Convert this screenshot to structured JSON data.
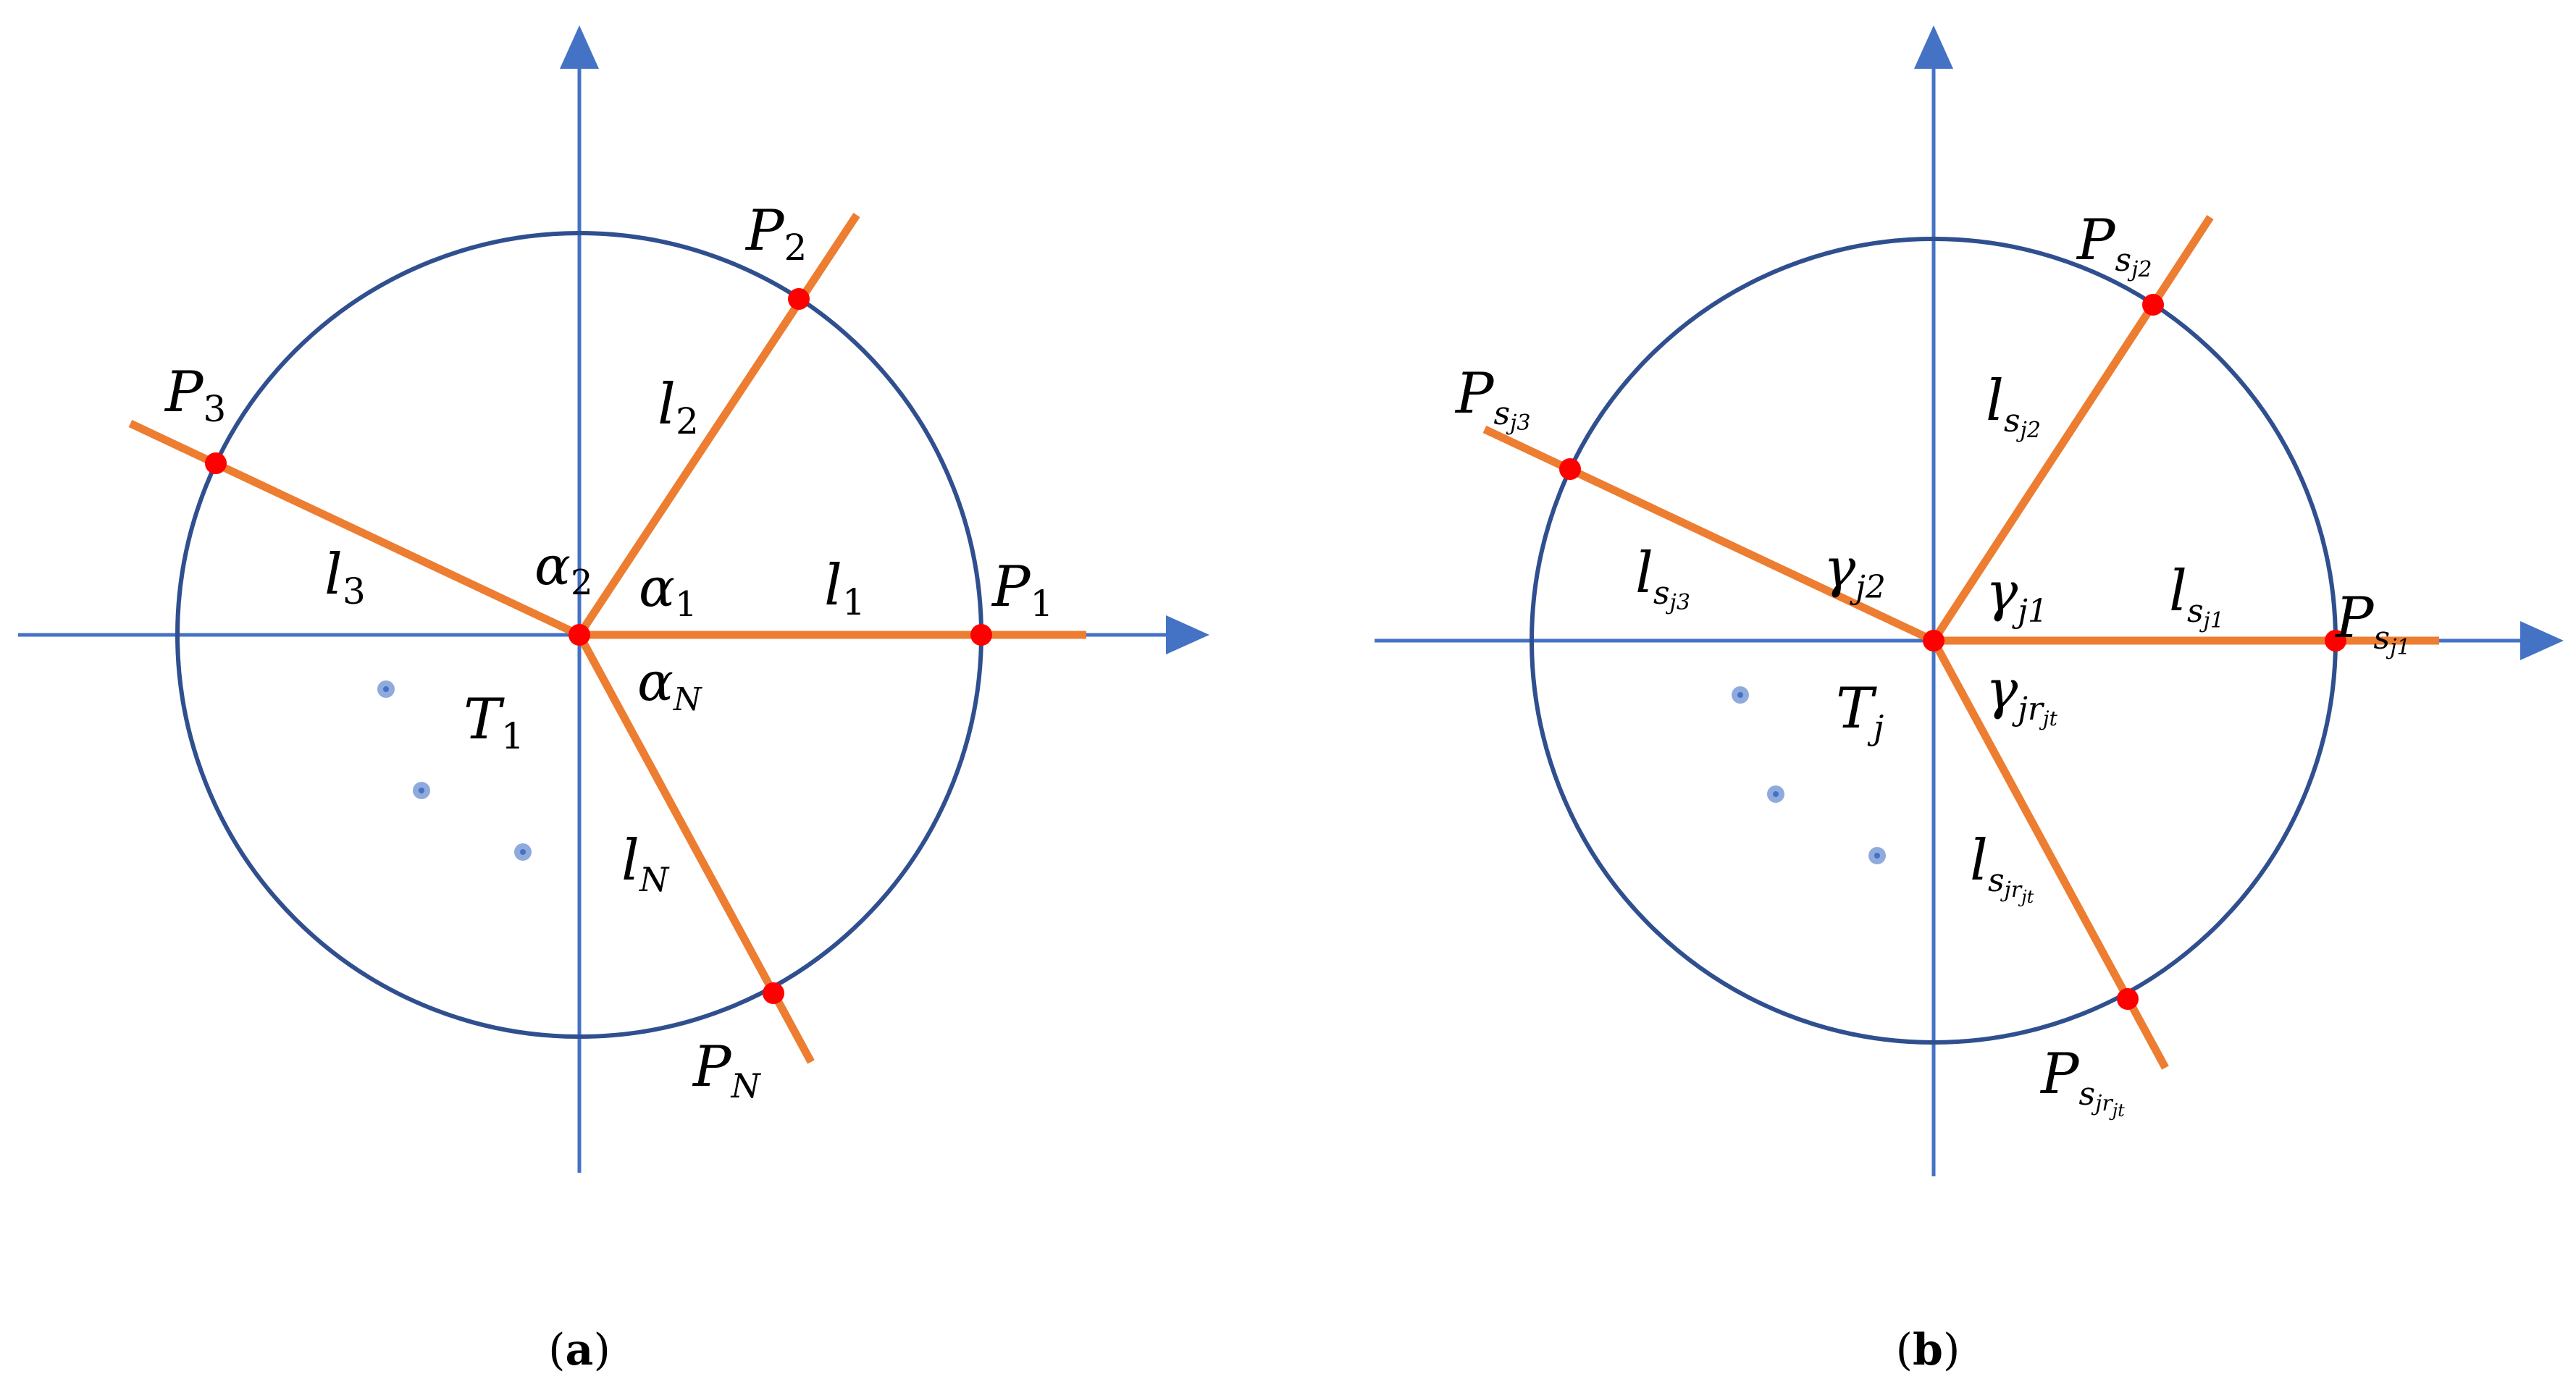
{
  "colors": {
    "axis": "#4472C4",
    "circle": "#2F4F8F",
    "ray": "#ED7D31",
    "point": "#FF0000",
    "dot": "#4472C4"
  },
  "panel_a": {
    "caption_open": "(",
    "caption_letter": "a",
    "caption_close": ")",
    "points": {
      "p1": {
        "main": "P",
        "sub": "1"
      },
      "p2": {
        "main": "P",
        "sub": "2"
      },
      "p3": {
        "main": "P",
        "sub": "3"
      },
      "pn": {
        "main": "P",
        "sub": "N"
      }
    },
    "lines": {
      "l1": {
        "main": "l",
        "sub": "1"
      },
      "l2": {
        "main": "l",
        "sub": "2"
      },
      "l3": {
        "main": "l",
        "sub": "3"
      },
      "ln": {
        "main": "l",
        "sub": "N"
      }
    },
    "angles": {
      "a1": {
        "main": "α",
        "sub": "1"
      },
      "a2": {
        "main": "α",
        "sub": "2"
      },
      "an": {
        "main": "α",
        "sub": "N"
      }
    },
    "region": {
      "main": "T",
      "sub": "1"
    }
  },
  "panel_b": {
    "caption_open": "(",
    "caption_letter": "b",
    "caption_close": ")",
    "points": {
      "p1": {
        "main": "P",
        "sub": "s",
        "subsub": "j1"
      },
      "p2": {
        "main": "P",
        "sub": "s",
        "subsub": "j2"
      },
      "p3": {
        "main": "P",
        "sub": "s",
        "subsub": "j3"
      },
      "pn": {
        "main": "P",
        "sub": "s",
        "subsub": "jr",
        "subsubsub": "jt"
      }
    },
    "lines": {
      "l1": {
        "main": "l",
        "sub": "s",
        "subsub": "j1"
      },
      "l2": {
        "main": "l",
        "sub": "s",
        "subsub": "j2"
      },
      "l3": {
        "main": "l",
        "sub": "s",
        "subsub": "j3"
      },
      "ln": {
        "main": "l",
        "sub": "s",
        "subsub": "jr",
        "subsubsub": "jt"
      }
    },
    "angles": {
      "g1": {
        "main": "γ",
        "sub": "j1"
      },
      "g2": {
        "main": "γ",
        "sub": "j2"
      },
      "gn": {
        "main": "γ",
        "sub": "jr",
        "subsub": "jt"
      }
    },
    "region": {
      "main": "T",
      "sub": "j"
    }
  }
}
